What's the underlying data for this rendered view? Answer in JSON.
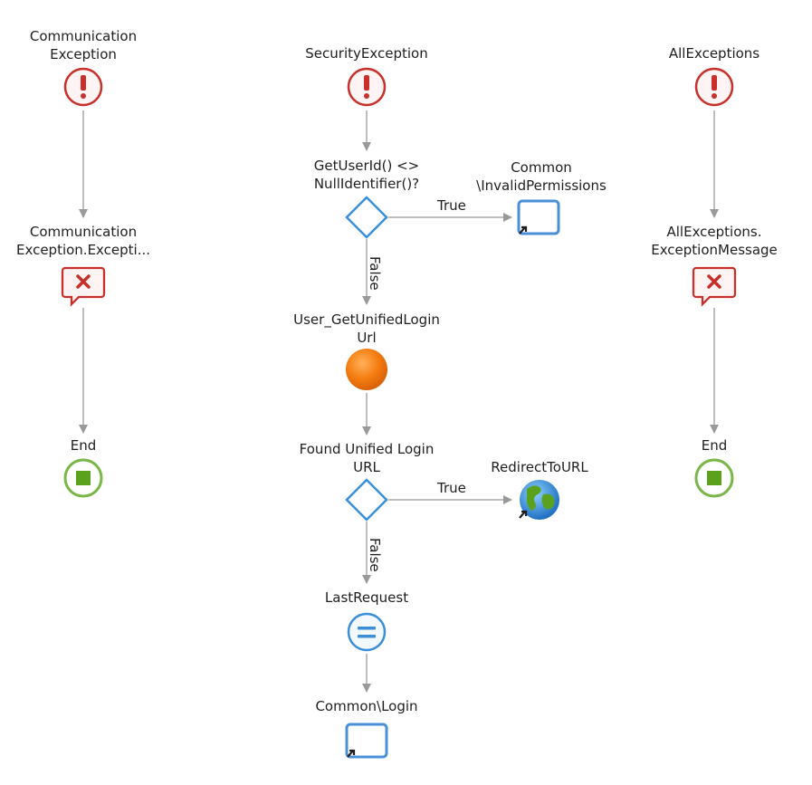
{
  "flows": {
    "left": {
      "start_label_1": "Communication",
      "start_label_2": "Exception",
      "msg_label_1": "Communication",
      "msg_label_2": "Exception.Excepti...",
      "end_label": "End"
    },
    "middle": {
      "start_label": "SecurityException",
      "if1_label_1": "GetUserId() <>",
      "if1_label_2": "NullIdentifier()?",
      "dest1_label_1": "Common",
      "dest1_label_2": "\\InvalidPermissions",
      "if1_true": "True",
      "if1_false": "False",
      "action_label_1": "User_GetUnifiedLogin",
      "action_label_2": "Url",
      "if2_label_1": "Found Unified Login",
      "if2_label_2": "URL",
      "redirect_label": "RedirectToURL",
      "if2_true": "True",
      "if2_false": "False",
      "assign_label": "LastRequest",
      "dest2_label": "Common\\Login"
    },
    "right": {
      "start_label": "AllExceptions",
      "msg_label_1": "AllExceptions.",
      "msg_label_2": "ExceptionMessage",
      "end_label": "End"
    }
  },
  "colors": {
    "exception": "#c8312b",
    "message": "#c8312b",
    "end_ring": "#7ab648",
    "end_fill": "#5aa11e",
    "decision": "#3b8fd9",
    "destination": "#4a90d9",
    "action": "#f47c0f",
    "assign": "#3b8fd9",
    "connector": "#9a9a9a"
  },
  "icons": {
    "exception": "exclamation-icon",
    "message": "cross-message-icon",
    "end": "stop-square-icon",
    "decision": "diamond-icon",
    "destination": "screen-link-icon",
    "action": "server-action-icon",
    "assign": "equals-icon",
    "redirect": "globe-icon"
  }
}
